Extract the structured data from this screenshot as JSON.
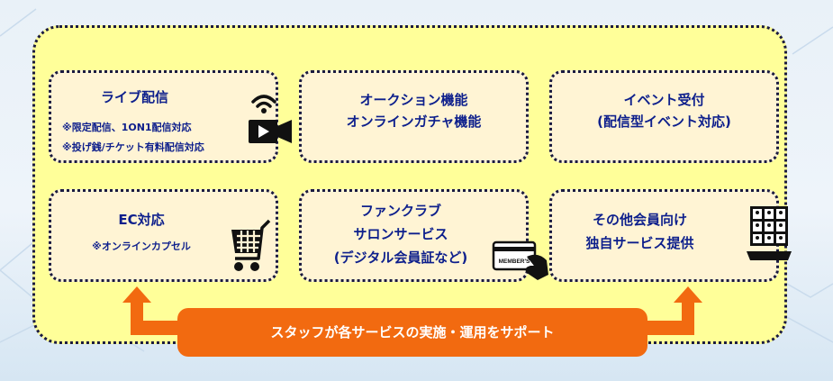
{
  "cards": {
    "live": {
      "title": "ライブ配信",
      "note1": "※限定配信、1ON1配信対応",
      "note2": "※投げ銭/チケット有料配信対応"
    },
    "auction": {
      "line1": "オークション機能",
      "line2": "オンラインガチャ機能"
    },
    "event": {
      "line1": "イベント受付",
      "line2": "(配信型イベント対応)"
    },
    "ec": {
      "title": "EC対応",
      "note": "※オンラインカプセル"
    },
    "fanclub": {
      "line1": "ファンクラブ",
      "line2": "サロンサービス",
      "line3": "(デジタル会員証など)",
      "card_label": "MEMBER'S"
    },
    "member": {
      "line1": "その他会員向け",
      "line2": "独自サービス提供"
    }
  },
  "support_bar": {
    "label": "スタッフが各サービスの実施・運用をサポート"
  },
  "colors": {
    "outer_bg": "#ffff99",
    "card_bg": "#fff4d4",
    "text": "#0d1f8c",
    "accent": "#f26a10"
  },
  "icons": {
    "live": "video-camera-wifi-icon",
    "ec": "shopping-cart-icon",
    "fanclub": "member-card-hand-icon",
    "member": "laptop-video-grid-icon"
  }
}
